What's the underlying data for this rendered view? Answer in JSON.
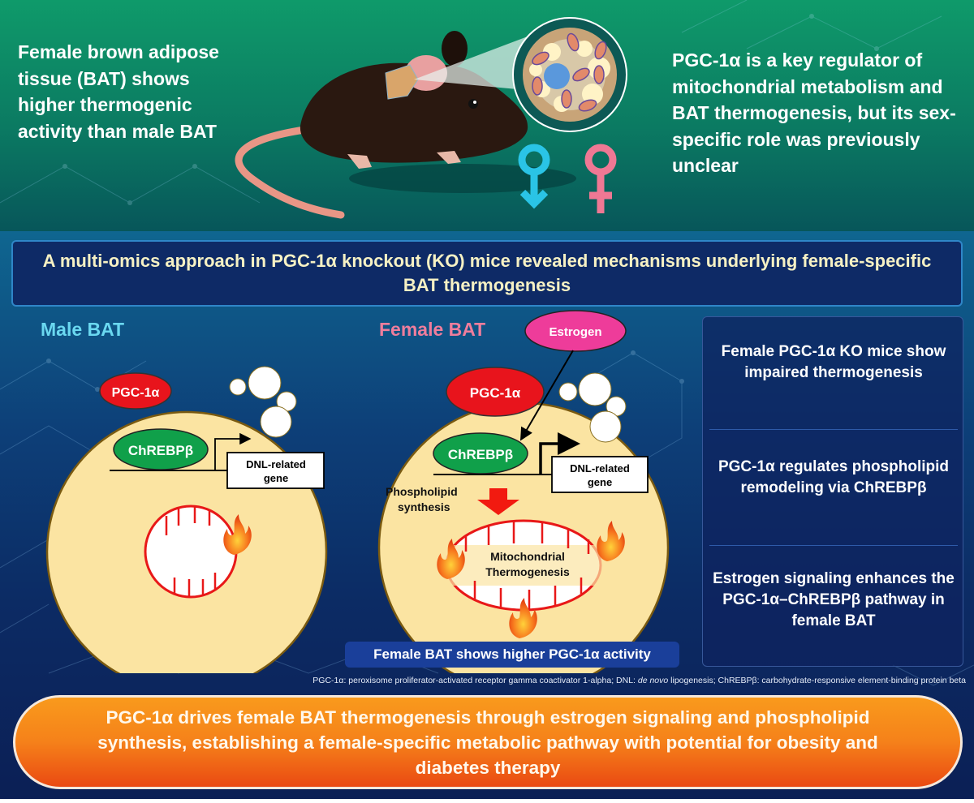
{
  "intro": {
    "left_text": "Female brown adipose tissue (BAT) shows higher thermogenic activity than male BAT",
    "right_text": "PGC-1α is a key regulator of mitochondrial metabolism and BAT thermogenesis, but its sex-specific role was previously unclear",
    "male_symbol": "♂",
    "female_symbol": "♀"
  },
  "headline": "A multi-omics approach in PGC-1α knockout (KO) mice revealed mechanisms underlying female-specific BAT thermogenesis",
  "male_panel": {
    "title": "Male BAT",
    "pgc_label": "PGC-1α",
    "chrebp_label": "ChREBPβ",
    "gene_label_line1": "DNL-related",
    "gene_label_line2": "gene"
  },
  "female_panel": {
    "title": "Female BAT",
    "estrogen_label": "Estrogen",
    "pgc_label": "PGC-1α",
    "chrebp_label": "ChREBPβ",
    "gene_label_line1": "DNL-related",
    "gene_label_line2": "gene",
    "phospholipid_line1": "Phospholipid",
    "phospholipid_line2": "synthesis",
    "mito_line1": "Mitochondrial",
    "mito_line2": "Thermogenesis",
    "caption": "Female BAT shows higher PGC-1α activity"
  },
  "findings": [
    "Female PGC-1α KO mice show impaired thermogenesis",
    "PGC-1α regulates phospholipid remodeling via ChREBPβ",
    "Estrogen signaling enhances the PGC-1α–ChREBPβ pathway in female BAT"
  ],
  "footnote": {
    "part1": "PGC-1α: peroxisome proliferator-activated receptor gamma coactivator 1-alpha; DNL: ",
    "italic": "de novo",
    "part2": " lipogenesis; ChREBPβ: carbohydrate-responsive element-binding protein beta"
  },
  "conclusion": "PGC-1α drives female BAT thermogenesis through estrogen signaling and phospholipid synthesis, establishing a female-specific metabolic pathway with potential for obesity and diabetes therapy",
  "colors": {
    "male_accent": "#3ec8e8",
    "female_accent": "#ef7d9c",
    "pgc_red": "#e8141c",
    "chrebp_green": "#10a04a",
    "estrogen_magenta": "#ee3c9a",
    "cell_fill": "#fbe4a2",
    "conclusion_orange": "#f5811a"
  }
}
